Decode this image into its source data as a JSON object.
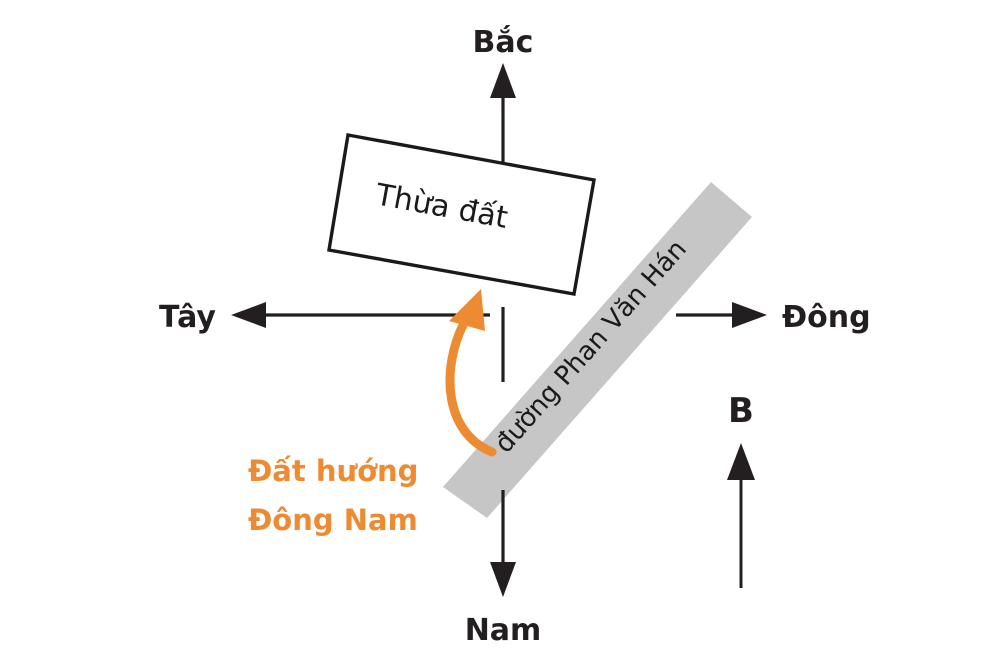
{
  "diagram": {
    "title_caption": "",
    "background_color": "#ffffff",
    "colors": {
      "ink": "#231f20",
      "accent_orange": "#ed8b33",
      "road_gray": "#c6c6c6",
      "plot_fill": "#ffffff"
    },
    "compass": {
      "north_label": "Bắc",
      "south_label": "Nam",
      "east_label": "Đông",
      "west_label": "Tây",
      "needle_label": "B"
    },
    "plot": {
      "label": "Thừa đất"
    },
    "road": {
      "label": "đường Phan Văn Hán"
    },
    "callout": {
      "line1": "Đất hướng",
      "line2": "Đông Nam"
    }
  }
}
